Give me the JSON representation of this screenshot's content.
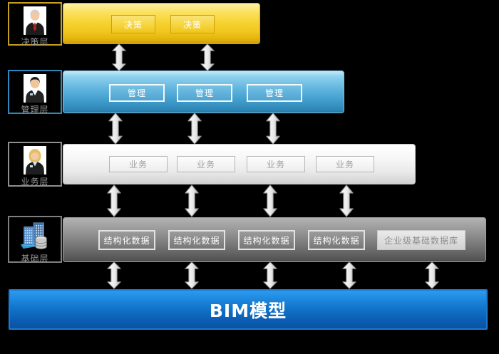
{
  "layers": [
    {
      "label": "决策层",
      "icon": "executive-avatar-icon",
      "buttons": [
        "决策",
        "决策"
      ]
    },
    {
      "label": "管理层",
      "icon": "manager-avatar-icon",
      "buttons": [
        "管理",
        "管理",
        "管理"
      ]
    },
    {
      "label": "业务层",
      "icon": "staff-avatar-icon",
      "buttons": [
        "业务",
        "业务",
        "业务",
        "业务"
      ]
    },
    {
      "label": "基础层",
      "icon": "buildings-database-icon",
      "buttons": [
        "结构化数据",
        "结构化数据",
        "结构化数据",
        "结构化数据"
      ],
      "db_button": "企业级基础数据库"
    }
  ],
  "bim": {
    "label": "BIM模型"
  },
  "colors": {
    "background": "#000000",
    "decision_accent": "#f2c51c",
    "management_accent": "#3e9ccf",
    "business_accent": "#e9e9e9",
    "foundation_accent": "#808080",
    "bim_accent": "#1374c8",
    "arrow_fill": "#f2f2f2"
  }
}
